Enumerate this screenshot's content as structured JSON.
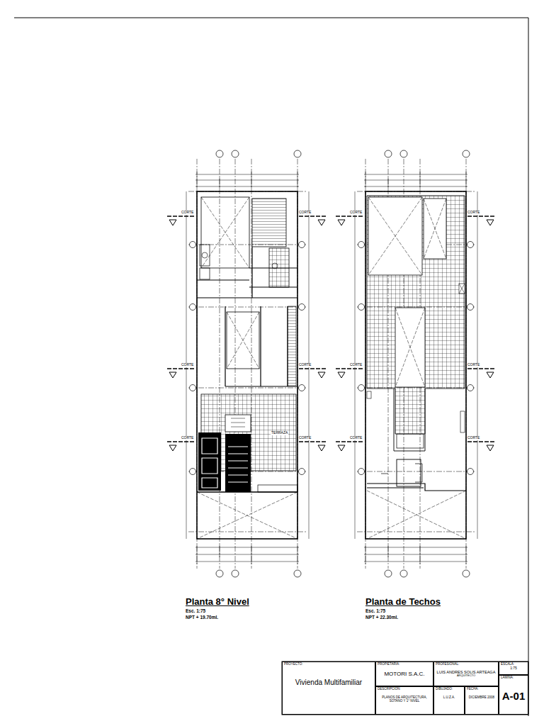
{
  "diagram": {
    "nodes": [
      {
        "text": [
          "PROYECTO:",
          "Vivienda Multifamiliar"
        ]
      },
      {
        "text": [
          "PROPIETARIA:",
          "MOTORI S.A.C."
        ]
      },
      {
        "text": [
          "PROFESIONAL:",
          "LUIS ANDRES SOLIS ARTEAGA",
          "ARQUITECTO"
        ]
      },
      {
        "text": [
          "ESCALA:",
          "1:75"
        ]
      },
      {
        "text": [
          "DESCRIPCION:",
          "PLANOS DE ARQUITECTURA, SOTANO Y 1° NIVEL"
        ]
      },
      {
        "text": [
          "DIBUJADO:",
          "L.U.Z.A."
        ]
      },
      {
        "text": [
          "FECHA:",
          "DICIEMBRE 2008"
        ]
      },
      {
        "text": [
          "LAMINA:",
          "A-01"
        ]
      }
    ],
    "labels": [
      "Planta 8° Nivel",
      "Esc. 1:75",
      "NPT + 19.70ml.",
      "Planta de Techos",
      "Esc. 1:75",
      "NPT + 22.30ml.",
      "TERRAZA",
      "CORTE",
      "CORTE",
      "CORTE",
      "CORTE",
      "CORTE",
      "CORTE",
      "CORTE",
      "CORTE",
      "CORTE",
      "CORTE",
      "CORTE",
      "CORTE"
    ]
  }
}
